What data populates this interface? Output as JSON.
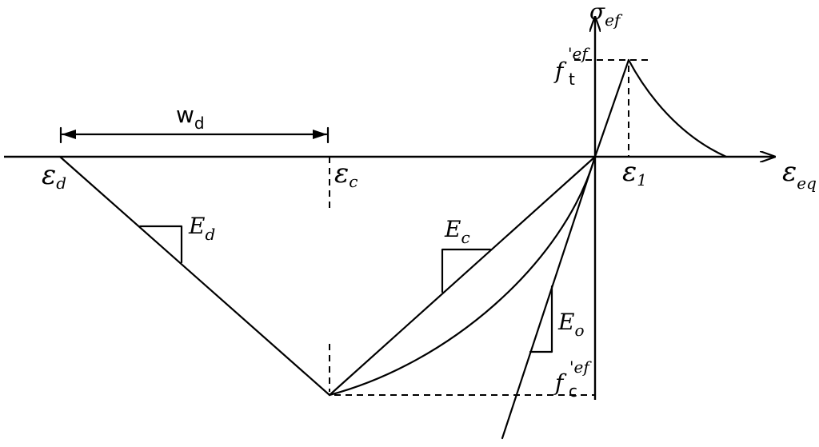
{
  "labels": {
    "sigma_axis": {
      "base": "σ",
      "sub": "ef"
    },
    "eps_axis": {
      "base": "ε",
      "sub": "eq"
    },
    "eps_d": {
      "base": "ε",
      "sub": "d"
    },
    "eps_c": {
      "base": "ε",
      "sub": "c"
    },
    "eps_1": {
      "base": "ε",
      "sub": "1"
    },
    "w_d": {
      "base": "w",
      "sub": "d"
    },
    "E_d": {
      "base": "E",
      "sub": "d"
    },
    "E_c": {
      "base": "E",
      "sub": "c"
    },
    "E_o": {
      "base": "E",
      "sub": "o"
    },
    "ft": {
      "base": "f",
      "sub": "t",
      "sup": "'ef"
    },
    "fc": {
      "base": "f",
      "sub": "c",
      "sup": "'ef"
    }
  }
}
